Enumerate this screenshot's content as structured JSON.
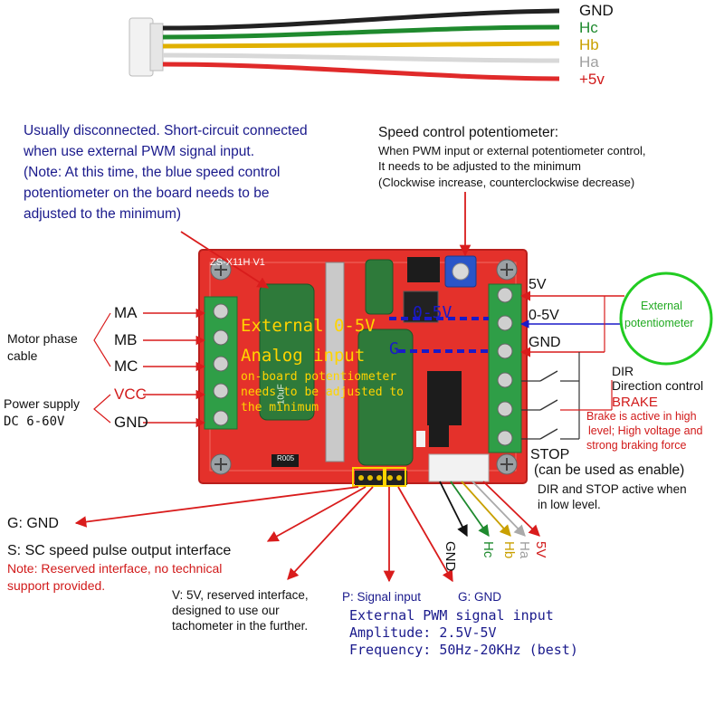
{
  "colors": {
    "board": "#e4312b",
    "board_dark": "#b81f1c",
    "terminal": "#2f9e47",
    "capacitor": "#2e7a3a",
    "arrow_red": "#d91c1c",
    "annotation_blue": "#1a1a8c",
    "pot_ring": "#22cc22",
    "overlay_yellow": "#ffd400"
  },
  "wires": {
    "labels": [
      "GND",
      "Hc",
      "Hb",
      "Ha",
      "+5v"
    ],
    "colors": [
      "#222222",
      "#1f8a2e",
      "#e0b000",
      "#d8d8d8",
      "#e02a2a"
    ]
  },
  "note_short_circuit": {
    "lines": [
      "Usually disconnected. Short-circuit connected",
      "when use external PWM signal input.",
      "(Note: At this time, the blue speed control",
      "potentiometer on the board needs to be",
      "adjusted to the minimum)"
    ]
  },
  "speed_pot": {
    "title": "Speed control potentiometer:",
    "lines": [
      "When  PWM input or external potentiometer control,",
      "It needs to be adjusted to the minimum",
      "(Clockwise increase, counterclockwise decrease)"
    ]
  },
  "board": {
    "silkscreen": "ZS-X11H V1",
    "resistor_code": "R005",
    "cap_text": "10uF",
    "overlay_line1": "External 0-5V",
    "overlay_line2": "Analog input",
    "overlay_line3": "on-board potentiometer",
    "overlay_line4": "needs to be adjusted to",
    "overlay_line5": "the minimum",
    "pot_label_1": "0-5V",
    "pot_label_2": "G"
  },
  "left_terminals": {
    "phase_labels": [
      "MA",
      "MB",
      "MC"
    ],
    "phase_caption": [
      "Motor phase",
      "cable"
    ],
    "power_labels": [
      "VCC",
      "GND"
    ],
    "power_caption": [
      "Power supply",
      "DC 6-60V"
    ]
  },
  "right_terminals": {
    "labels": [
      "5V",
      "0-5V",
      "GND"
    ],
    "external_pot": [
      "External",
      "potentiometer"
    ],
    "dir_label": "DIR",
    "dir_desc": "Direction control",
    "brake_label": "BRAKE",
    "brake_desc": [
      "Brake is active in high",
      "level; High voltage and",
      "strong braking force"
    ],
    "stop_label": "STOP",
    "stop_desc": "(can be used as enable)",
    "active_low": [
      "DIR and STOP active when",
      "in low level."
    ]
  },
  "hall_bottom": [
    "GND",
    "Hc",
    "Hb",
    "Ha",
    "5V"
  ],
  "bottom": {
    "g_gnd": "G: GND",
    "s_line": "S:  SC speed pulse output interface",
    "s_note": [
      "Note: Reserved interface, no technical",
      "support provided."
    ],
    "v_note": [
      "V: 5V, reserved interface,",
      "designed to use our",
      "tachometer  in the further."
    ],
    "p_signal": "P: Signal input",
    "g_gnd2": "G: GND",
    "pwm_lines": [
      "External PWM signal input",
      "Amplitude: 2.5V-5V",
      "Frequency: 50Hz-20KHz (best)"
    ]
  }
}
